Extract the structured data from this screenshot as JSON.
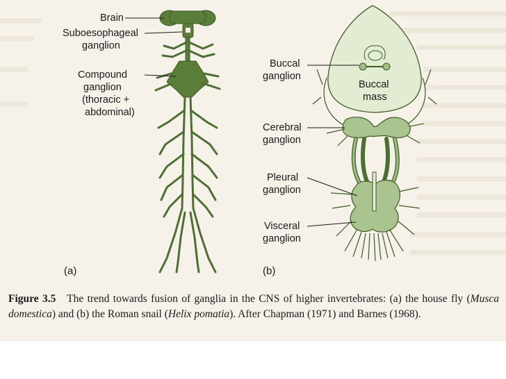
{
  "colors": {
    "nerve_fill": "#5a7d3a",
    "nerve_light": "#9fbf83",
    "mass_fill": "#e2ecd2",
    "page_tint": "#f6f2ea"
  },
  "fly": {
    "panel_label": "(a)",
    "labels": {
      "brain": "Brain",
      "suboesophageal_1": "Suboesophageal",
      "suboesophageal_2": "ganglion",
      "compound_1": "Compound",
      "compound_2": "ganglion",
      "compound_3": "(thoracic +",
      "compound_4": "abdominal)"
    }
  },
  "snail": {
    "panel_label": "(b)",
    "labels": {
      "buccal_1": "Buccal",
      "buccal_2": "ganglion",
      "buccal_mass_1": "Buccal",
      "buccal_mass_2": "mass",
      "cerebral_1": "Cerebral",
      "cerebral_2": "ganglion",
      "pleural_1": "Pleural",
      "pleural_2": "ganglion",
      "visceral_1": "Visceral",
      "visceral_2": "ganglion"
    }
  },
  "caption": {
    "label": "Figure 3.5",
    "text_1": "The trend towards fusion of ganglia in the CNS of higher invertebrates: (a) the house fly (",
    "italic_1": "Musca domestica",
    "text_2": ") and (b) the Roman snail (",
    "italic_2": "Helix pomatia",
    "text_3": "). After Chapman (1971) and Barnes (1968)."
  }
}
